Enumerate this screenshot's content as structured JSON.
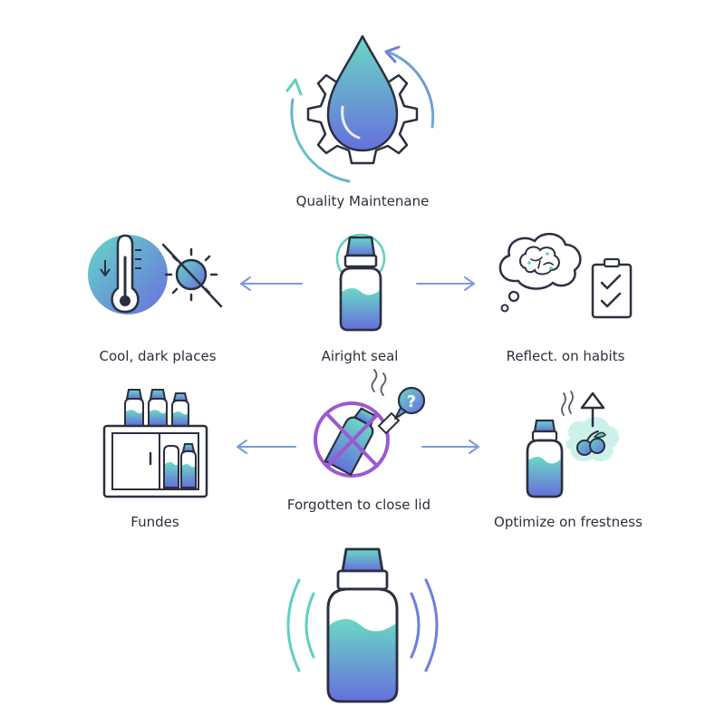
{
  "labels": {
    "top": "Quality Maintenane",
    "left_top": "Cool, dark places",
    "center_top": "Airight seal",
    "right_top": "Reflect. on habits",
    "left_bottom": "Fundes",
    "center_bottom": "Forgotten to close lid",
    "right_bottom": "Optimize on frestness"
  },
  "icon_text": {
    "question": "?"
  },
  "colors": {
    "outline": "#2b3040",
    "teal": "#5fd0c0",
    "blue": "#5f7fe0",
    "purple": "#9a5ad0",
    "arrow": "#7d9ae0"
  }
}
